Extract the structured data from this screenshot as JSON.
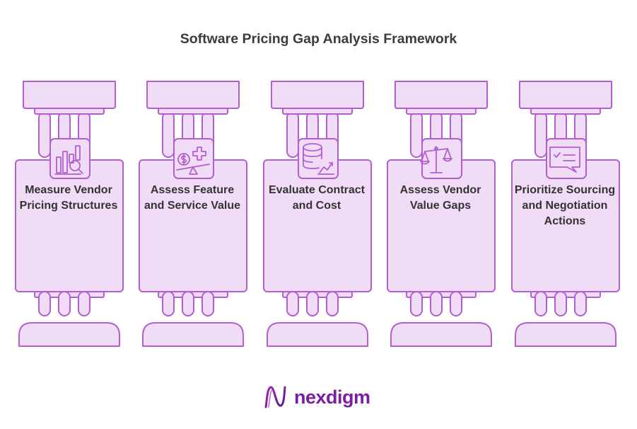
{
  "title": "Software Pricing Gap Analysis Framework",
  "pillars": [
    {
      "label": "Measure Vendor Pricing Structures",
      "icon": "chart-magnifier-icon"
    },
    {
      "label": "Assess Feature and Service Value",
      "icon": "dollar-plus-balance-icon"
    },
    {
      "label": "Evaluate Contract and Cost",
      "icon": "database-chart-icon"
    },
    {
      "label": "Assess Vendor Value Gaps",
      "icon": "scales-icon"
    },
    {
      "label": "Prioritize Sourcing and Negotiation Actions",
      "icon": "checklist-chat-icon"
    }
  ],
  "brand": {
    "name": "nexdigm"
  },
  "colors": {
    "fill": "#f1dcf7",
    "stroke": "#b35fcf",
    "text": "#333333",
    "brand": "#7b1fa2"
  }
}
